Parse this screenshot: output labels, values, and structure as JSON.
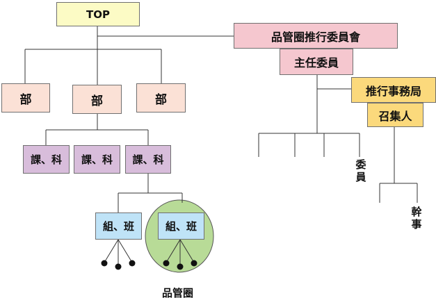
{
  "diagram": {
    "top": "TOP",
    "departments": [
      "部",
      "部",
      "部"
    ],
    "sections": [
      "課、科",
      "課、科",
      "課、科"
    ],
    "groups": [
      "組、班",
      "組、班"
    ],
    "qc_circle_label": "品管圈",
    "committee": "品管圈推行委員會",
    "chairman": "主任委員",
    "secretariat": "推行事務局",
    "convener": "召集人",
    "members_label": "委員",
    "officers_label": "幹事"
  },
  "colors": {
    "top": "#fcfbc5",
    "department": "#fbe1d6",
    "section": "#d8bddb",
    "group": "#bfe3f7",
    "circle": "#b8db97",
    "committee": "#f5c7cf",
    "secretariat": "#fbd97c"
  }
}
